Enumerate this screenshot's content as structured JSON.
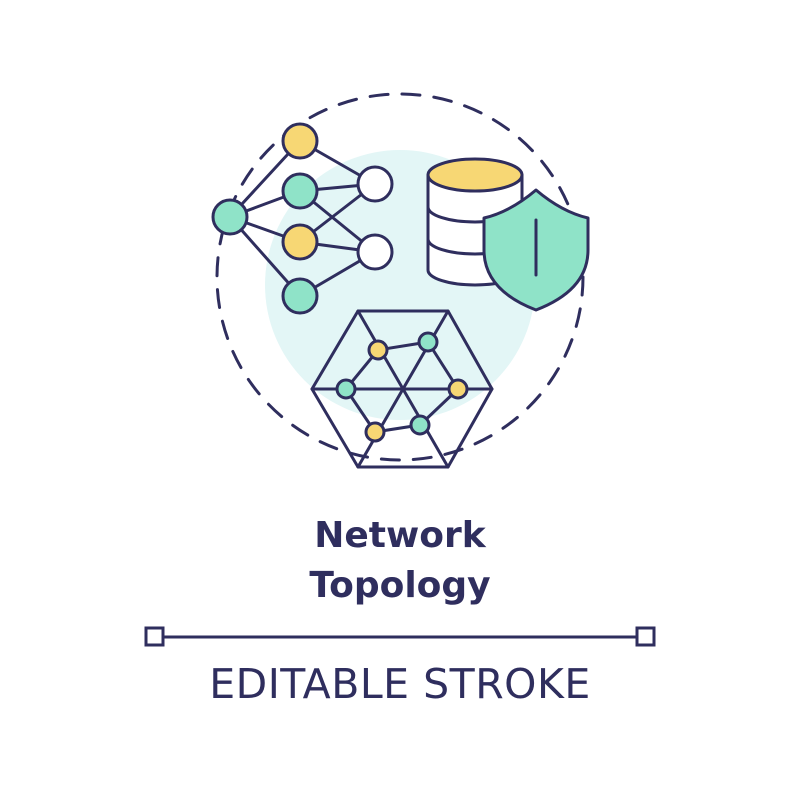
{
  "title": {
    "line1": "Network",
    "line2": "Topology"
  },
  "caption": "EDITABLE STROKE",
  "colors": {
    "stroke": "#2f2e5e",
    "yellow": "#f7d774",
    "teal": "#8fe3c8",
    "background_circle": "#e3f6f6"
  },
  "icons": [
    "neural-network-icon",
    "database-icon",
    "shield-icon",
    "hexagon-mesh-icon"
  ]
}
